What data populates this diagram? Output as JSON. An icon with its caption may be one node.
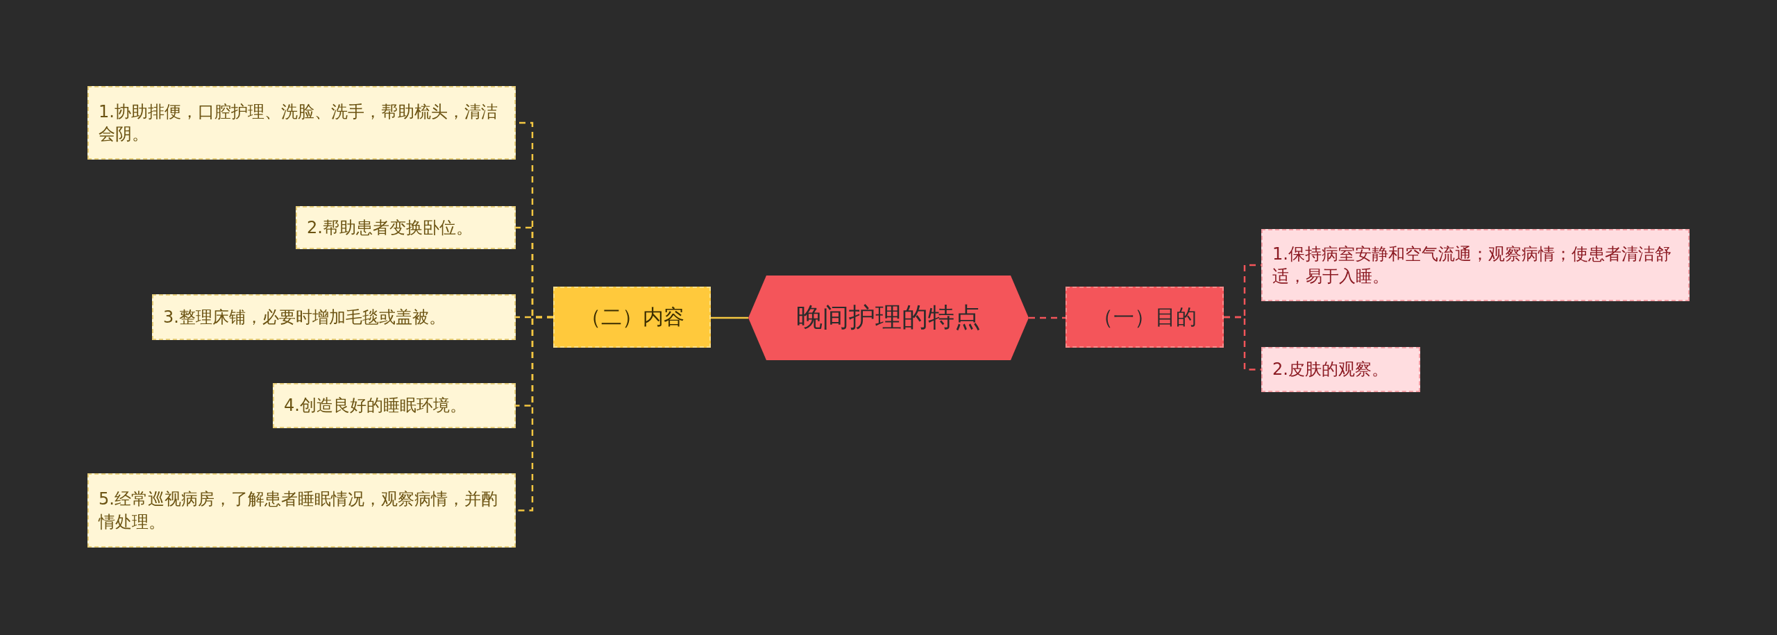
{
  "diagram": {
    "nodes": [
      {
        "text": [
          "晚间护理的特点"
        ]
      },
      {
        "text": [
          "（一）目的"
        ]
      },
      {
        "text": [
          "1.保持病室安静和空气流通；观察病情；使患者清洁舒适，易于入睡。"
        ]
      },
      {
        "text": [
          "2.皮肤的观察。"
        ]
      },
      {
        "text": [
          "（二）内容"
        ]
      },
      {
        "text": [
          "1.协助排便，口腔护理、洗脸、洗手，帮助梳头，清洁会阴。"
        ]
      },
      {
        "text": [
          "2.帮助患者变换卧位。"
        ]
      },
      {
        "text": [
          "3.整理床铺，必要时增加毛毯或盖被。"
        ]
      },
      {
        "text": [
          "4.创造良好的睡眠环境。"
        ]
      },
      {
        "text": [
          "5.经常巡视病房，了解患者睡眠情况，观察病情，并酌情处理。"
        ]
      }
    ],
    "edges": [
      {
        "from": 0,
        "to": 1,
        "arrow": "none",
        "style": "dashed",
        "color": "#f4555a"
      },
      {
        "from": 1,
        "to": 2,
        "arrow": "none",
        "style": "dashed",
        "color": "#f4555a"
      },
      {
        "from": 1,
        "to": 3,
        "arrow": "none",
        "style": "dashed",
        "color": "#f4555a"
      },
      {
        "from": 0,
        "to": 4,
        "arrow": "none"
      },
      {
        "from": 4,
        "to": 5,
        "arrow": "none",
        "style": "dashed"
      },
      {
        "from": 4,
        "to": 6,
        "arrow": "none",
        "style": "dashed"
      },
      {
        "from": 4,
        "to": 7,
        "arrow": "none",
        "style": "dashed"
      },
      {
        "from": 4,
        "to": 8,
        "arrow": "none",
        "style": "dashed"
      },
      {
        "from": 4,
        "to": 9,
        "arrow": "none",
        "style": "dashed"
      }
    ]
  }
}
